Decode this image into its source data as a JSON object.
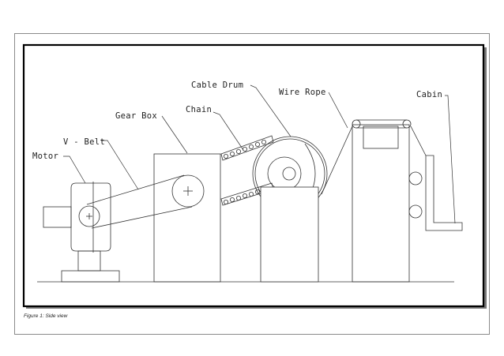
{
  "labels": {
    "motor": "Motor",
    "v_belt": "V - Belt",
    "gear_box": "Gear Box",
    "chain": "Chain",
    "cable_drum": "Cable Drum",
    "wire_rope": "Wire Rope",
    "cabin": "Cabin"
  },
  "caption": "Figure 1: Side view"
}
